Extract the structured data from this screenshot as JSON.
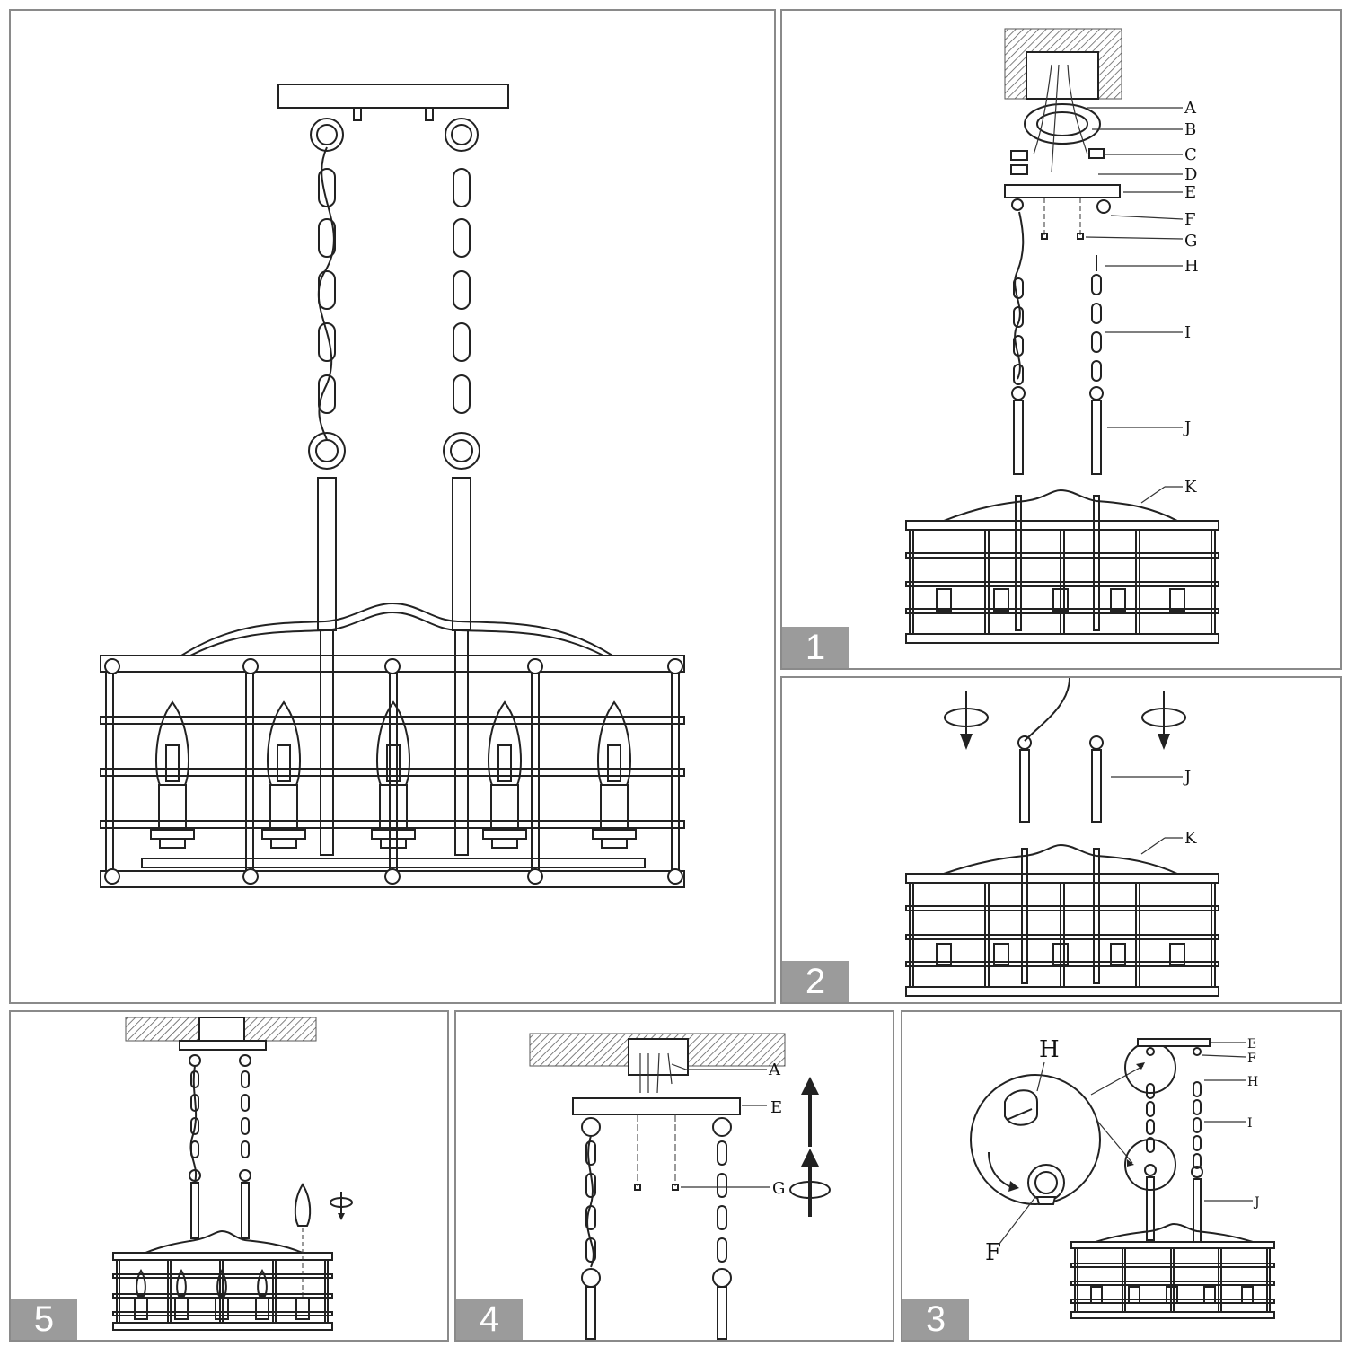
{
  "steps": {
    "s1": "1",
    "s2": "2",
    "s3": "3",
    "s4": "4",
    "s5": "5"
  },
  "part_labels": {
    "A": "A",
    "B": "B",
    "C": "C",
    "D": "D",
    "E": "E",
    "F": "F",
    "G": "G",
    "H": "H",
    "I": "I",
    "J": "J",
    "K": "K"
  },
  "colors": {
    "line": "#222222",
    "panel_border": "#8a8a8a",
    "step_badge": "#9b9b9b",
    "hatch": "#555555"
  }
}
